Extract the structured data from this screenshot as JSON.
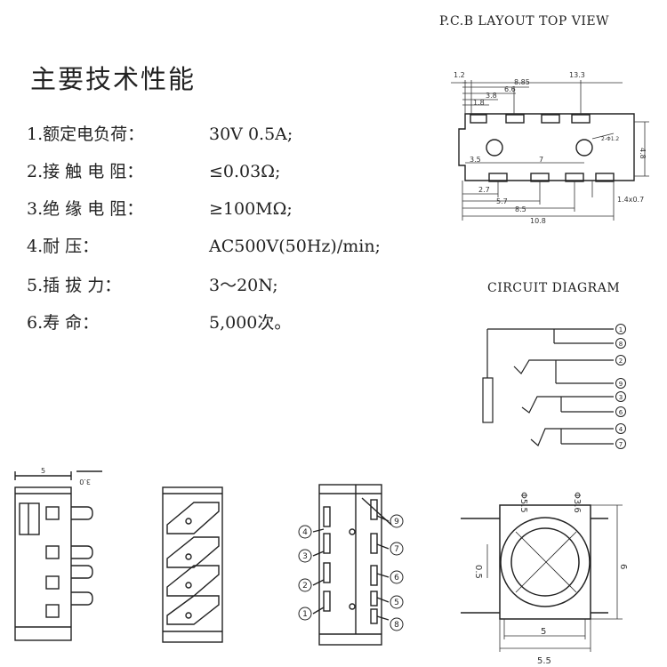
{
  "pcb_title": "P.C.B LAYOUT   TOP VIEW",
  "performance_title": "主要技术性能",
  "specs": [
    {
      "label": "1.额定电负荷：",
      "value": "30V 0.5A;"
    },
    {
      "label": "2.接 触 电 阻：",
      "value": "≤0.03Ω;"
    },
    {
      "label": "3.绝 缘 电 阻：",
      "value": "≥100MΩ;"
    },
    {
      "label": "4.耐         压：",
      "value": "AC500V(50Hz)/min;"
    },
    {
      "label": "5.插   拔   力：",
      "value": "3～20N;"
    },
    {
      "label": "6.寿         命：",
      "value": "5,000次。"
    }
  ],
  "circuit_title": "CIRCUIT DIAGRAM",
  "pcb_dims": {
    "d1_2": "1.2",
    "d8_85": "8.85",
    "d13_3": "13.3",
    "d6_6": "6.6",
    "d3_8": "3.8",
    "d1_8": "1.8",
    "d3_5": "3.5",
    "d7": "7",
    "d4_8": "4.8",
    "d2_7": "2.7",
    "d5_7": "5.7",
    "d8_5": "8.5",
    "d10_8": "10.8",
    "d1_4x0_7": "1.4x0.7",
    "hole": "2-Φ1.2"
  },
  "circuit_pins": [
    "1",
    "8",
    "2",
    "9",
    "3",
    "6",
    "4",
    "7"
  ],
  "side_dims": {
    "d5": "5",
    "d3_0": "3.0"
  },
  "back_pins_left": [
    "4",
    "3",
    "2",
    "1"
  ],
  "back_pins_right": [
    "9",
    "7",
    "6",
    "5",
    "8"
  ],
  "front_dims": {
    "d5_5_dia": "Φ5.5",
    "d3_6_dia": "Φ3.6",
    "d0_5": "0.5",
    "d6": "6",
    "d5": "5",
    "d5_5": "5.5"
  },
  "colors": {
    "line": "#222222",
    "ink": "#333333"
  }
}
